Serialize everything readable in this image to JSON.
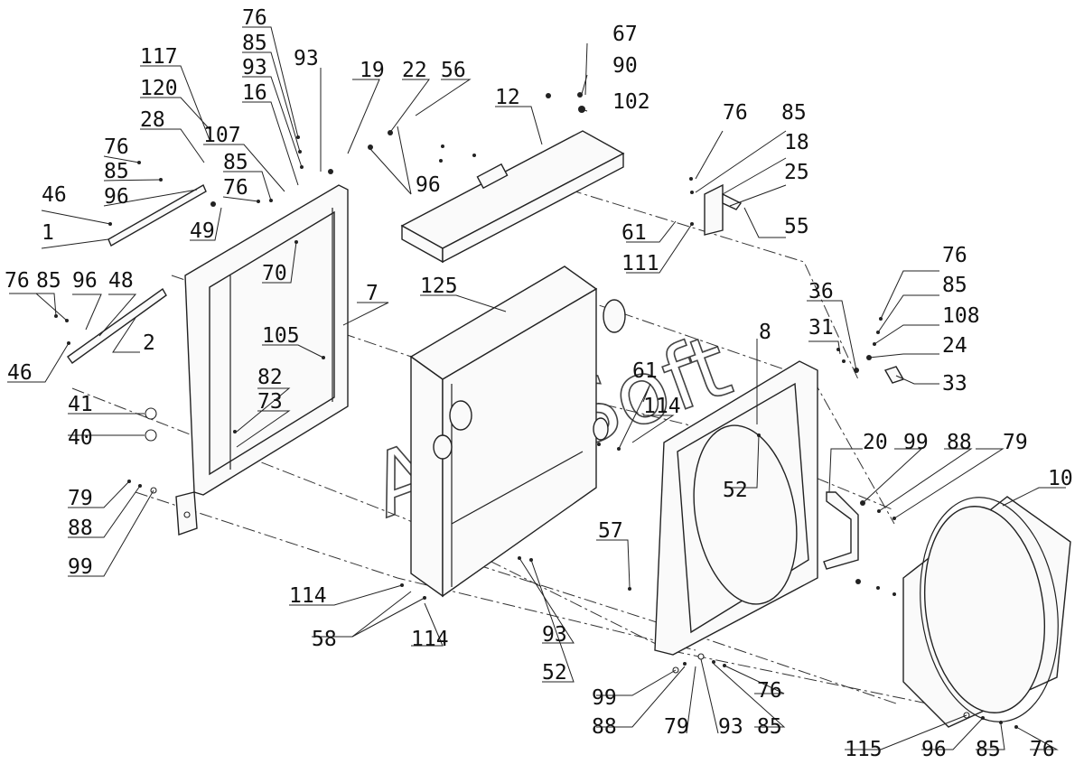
{
  "diagram": {
    "watermark": "AutoSoft",
    "callouts": [
      {
        "id": "c117",
        "text": "117"
      },
      {
        "id": "c120",
        "text": "120"
      },
      {
        "id": "c28",
        "text": "28"
      },
      {
        "id": "c76a",
        "text": "76"
      },
      {
        "id": "c85a",
        "text": "85"
      },
      {
        "id": "c96a",
        "text": "96"
      },
      {
        "id": "c46a",
        "text": "46"
      },
      {
        "id": "c1",
        "text": "1"
      },
      {
        "id": "c76b",
        "text": "76"
      },
      {
        "id": "c85b",
        "text": "85"
      },
      {
        "id": "c93a",
        "text": "93"
      },
      {
        "id": "c16",
        "text": "16"
      },
      {
        "id": "c107",
        "text": "107"
      },
      {
        "id": "c85c",
        "text": "85"
      },
      {
        "id": "c76c",
        "text": "76"
      },
      {
        "id": "c49",
        "text": "49"
      },
      {
        "id": "c93b",
        "text": "93"
      },
      {
        "id": "c19",
        "text": "19"
      },
      {
        "id": "c22",
        "text": "22"
      },
      {
        "id": "c56",
        "text": "56"
      },
      {
        "id": "c96b",
        "text": "96"
      },
      {
        "id": "c70",
        "text": "70"
      },
      {
        "id": "c76d",
        "text": "76"
      },
      {
        "id": "c85d",
        "text": "85"
      },
      {
        "id": "c96c",
        "text": "96"
      },
      {
        "id": "c48",
        "text": "48"
      },
      {
        "id": "c2",
        "text": "2"
      },
      {
        "id": "c46b",
        "text": "46"
      },
      {
        "id": "c7",
        "text": "7"
      },
      {
        "id": "c105",
        "text": "105"
      },
      {
        "id": "c82",
        "text": "82"
      },
      {
        "id": "c73",
        "text": "73"
      },
      {
        "id": "c41",
        "text": "41"
      },
      {
        "id": "c40",
        "text": "40"
      },
      {
        "id": "c79a",
        "text": "79"
      },
      {
        "id": "c88a",
        "text": "88"
      },
      {
        "id": "c99a",
        "text": "99"
      },
      {
        "id": "c67",
        "text": "67"
      },
      {
        "id": "c90",
        "text": "90"
      },
      {
        "id": "c102",
        "text": "102"
      },
      {
        "id": "c12",
        "text": "12"
      },
      {
        "id": "c125",
        "text": "125"
      },
      {
        "id": "c76e",
        "text": "76"
      },
      {
        "id": "c85e",
        "text": "85"
      },
      {
        "id": "c18",
        "text": "18"
      },
      {
        "id": "c25",
        "text": "25"
      },
      {
        "id": "c55",
        "text": "55"
      },
      {
        "id": "c61a",
        "text": "61"
      },
      {
        "id": "c111",
        "text": "111"
      },
      {
        "id": "c76f",
        "text": "76"
      },
      {
        "id": "c85f",
        "text": "85"
      },
      {
        "id": "c108",
        "text": "108"
      },
      {
        "id": "c24",
        "text": "24"
      },
      {
        "id": "c33",
        "text": "33"
      },
      {
        "id": "c36",
        "text": "36"
      },
      {
        "id": "c31",
        "text": "31"
      },
      {
        "id": "c8",
        "text": "8"
      },
      {
        "id": "c61b",
        "text": "61"
      },
      {
        "id": "c114a",
        "text": "114"
      },
      {
        "id": "c52a",
        "text": "52"
      },
      {
        "id": "c20",
        "text": "20"
      },
      {
        "id": "c99b",
        "text": "99"
      },
      {
        "id": "c88b",
        "text": "88"
      },
      {
        "id": "c79b",
        "text": "79"
      },
      {
        "id": "c10",
        "text": "10"
      },
      {
        "id": "c57",
        "text": "57"
      },
      {
        "id": "c114b",
        "text": "114"
      },
      {
        "id": "c58",
        "text": "58"
      },
      {
        "id": "c114c",
        "text": "114"
      },
      {
        "id": "c93c",
        "text": "93"
      },
      {
        "id": "c52b",
        "text": "52"
      },
      {
        "id": "c99c",
        "text": "99"
      },
      {
        "id": "c88c",
        "text": "88"
      },
      {
        "id": "c79c",
        "text": "79"
      },
      {
        "id": "c93d",
        "text": "93"
      },
      {
        "id": "c85g",
        "text": "85"
      },
      {
        "id": "c76g",
        "text": "76"
      },
      {
        "id": "c115",
        "text": "115"
      },
      {
        "id": "c96d",
        "text": "96"
      },
      {
        "id": "c85h",
        "text": "85"
      },
      {
        "id": "c76h",
        "text": "76"
      }
    ]
  }
}
